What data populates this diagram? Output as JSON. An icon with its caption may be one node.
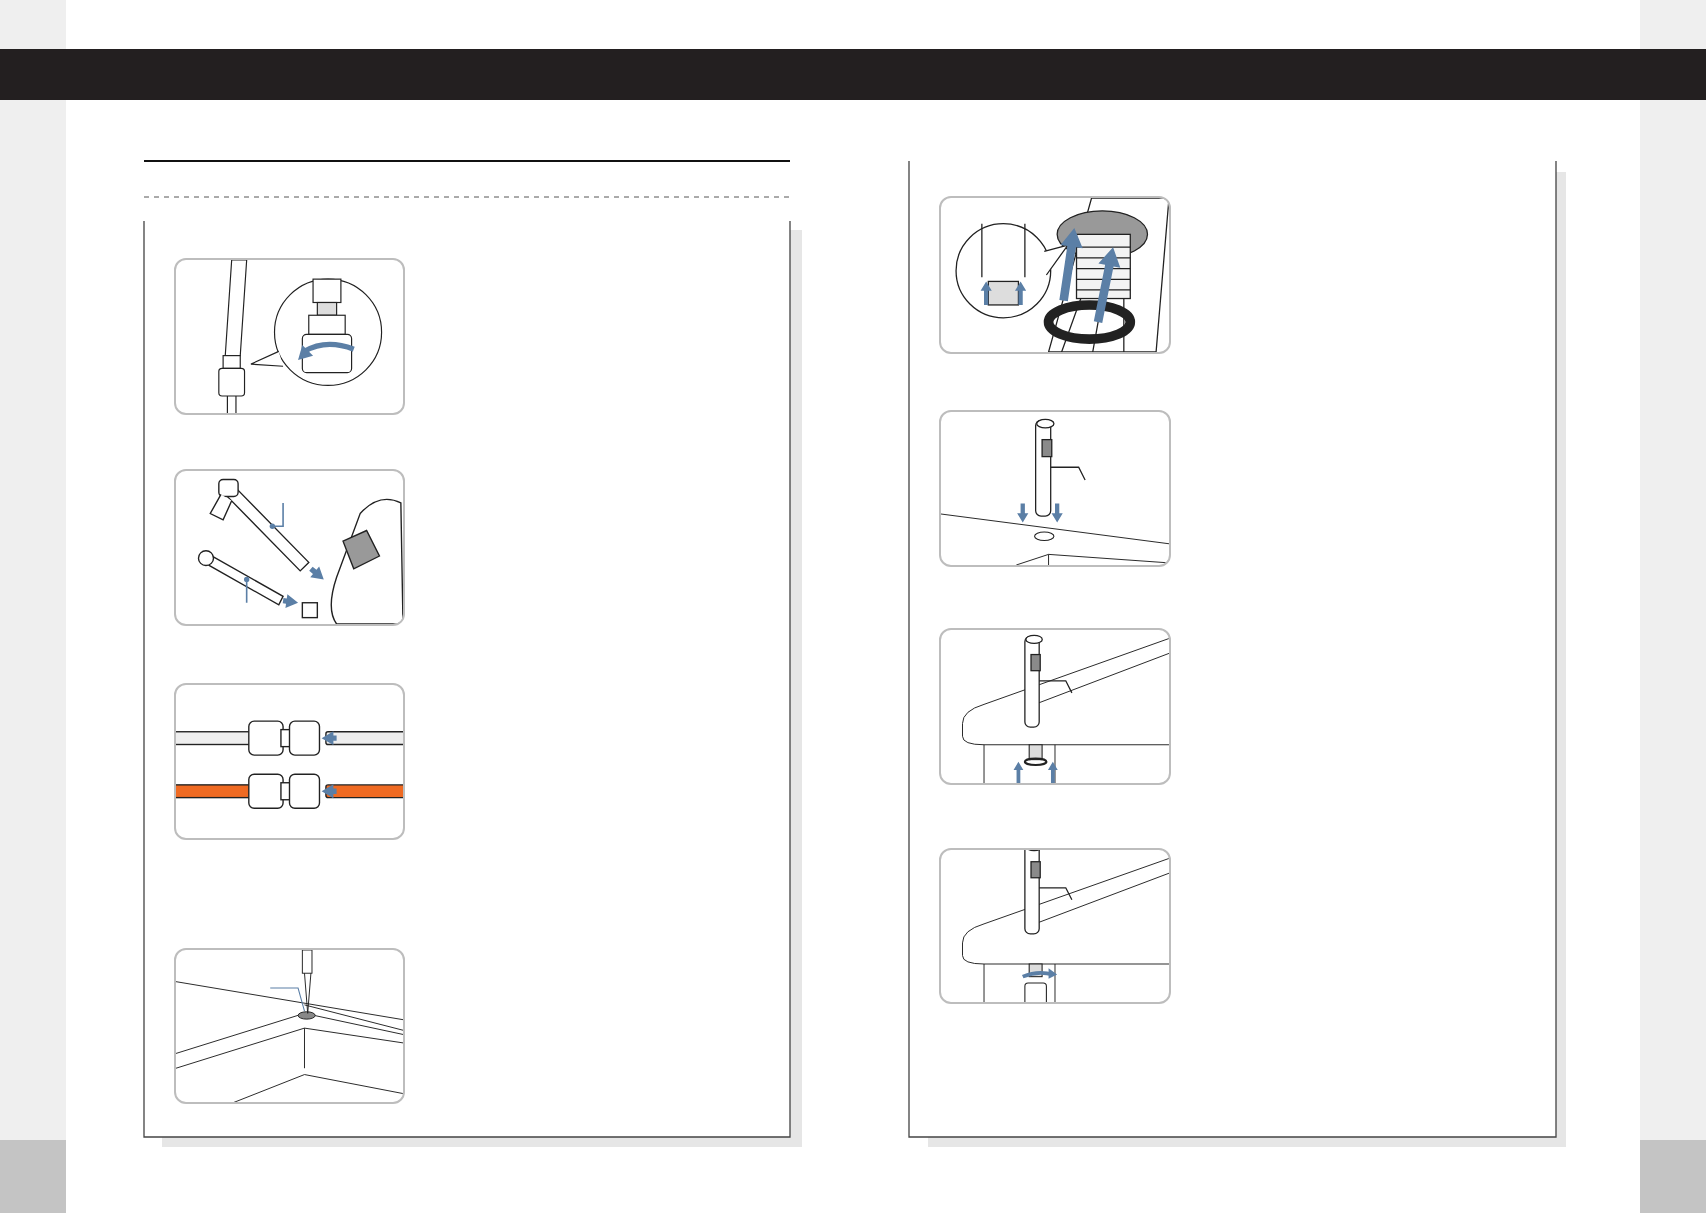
{
  "diagram": {
    "nodes": [
      {
        "text": [],
        "shape": "picture"
      },
      {
        "text": [],
        "shape": "picture"
      },
      {
        "text": [],
        "shape": "picture"
      },
      {
        "text": [],
        "shape": "picture"
      },
      {
        "text": [],
        "shape": "picture"
      },
      {
        "text": [],
        "shape": "picture"
      },
      {
        "text": [],
        "shape": "picture"
      },
      {
        "text": [],
        "shape": "picture"
      }
    ]
  }
}
